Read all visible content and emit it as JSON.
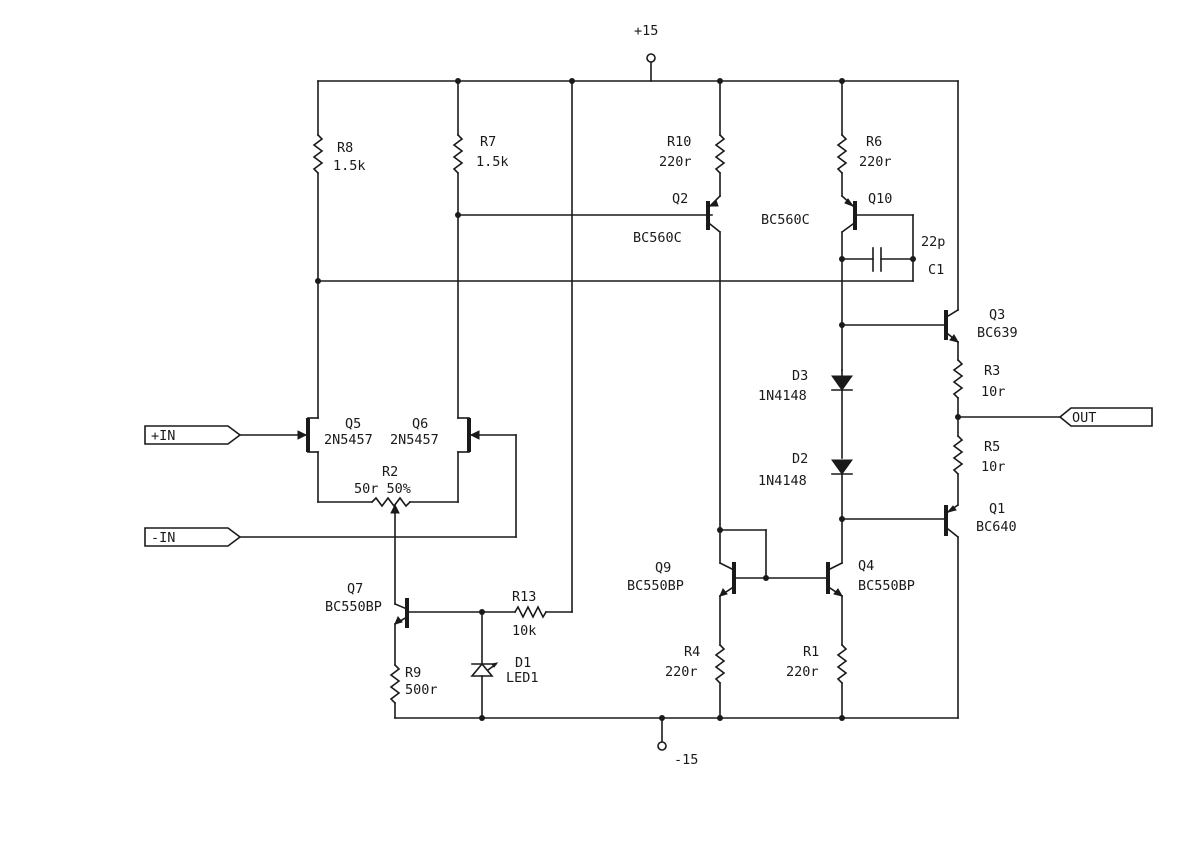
{
  "supply": {
    "positive": "+15",
    "negative": "-15"
  },
  "ports": {
    "plus_in": "+IN",
    "minus_in": "-IN",
    "out": "OUT"
  },
  "components": {
    "R8": {
      "ref": "R8",
      "value": "1.5k"
    },
    "R7": {
      "ref": "R7",
      "value": "1.5k"
    },
    "R10": {
      "ref": "R10",
      "value": "220r"
    },
    "R6": {
      "ref": "R6",
      "value": "220r"
    },
    "Q2": {
      "ref": "Q2",
      "part": "BC560C"
    },
    "Q10": {
      "ref": "Q10",
      "part": "BC560C"
    },
    "C1": {
      "ref": "C1",
      "value": "22p"
    },
    "Q3": {
      "ref": "Q3",
      "part": "BC639"
    },
    "R3": {
      "ref": "R3",
      "value": "10r"
    },
    "R5": {
      "ref": "R5",
      "value": "10r"
    },
    "Q1": {
      "ref": "Q1",
      "part": "BC640"
    },
    "D3": {
      "ref": "D3",
      "part": "1N4148"
    },
    "D2": {
      "ref": "D2",
      "part": "1N4148"
    },
    "Q5": {
      "ref": "Q5",
      "part": "2N5457"
    },
    "Q6": {
      "ref": "Q6",
      "part": "2N5457"
    },
    "R2": {
      "ref": "R2",
      "value": "50r 50%"
    },
    "Q7": {
      "ref": "Q7",
      "part": "BC550BP"
    },
    "R13": {
      "ref": "R13",
      "value": "10k"
    },
    "R9": {
      "ref": "R9",
      "value": "500r"
    },
    "D1": {
      "ref": "D1",
      "part": "LED1"
    },
    "Q9": {
      "ref": "Q9",
      "part": "BC550BP"
    },
    "Q4": {
      "ref": "Q4",
      "part": "BC550BP"
    },
    "R4": {
      "ref": "R4",
      "value": "220r"
    },
    "R1": {
      "ref": "R1",
      "value": "220r"
    }
  }
}
